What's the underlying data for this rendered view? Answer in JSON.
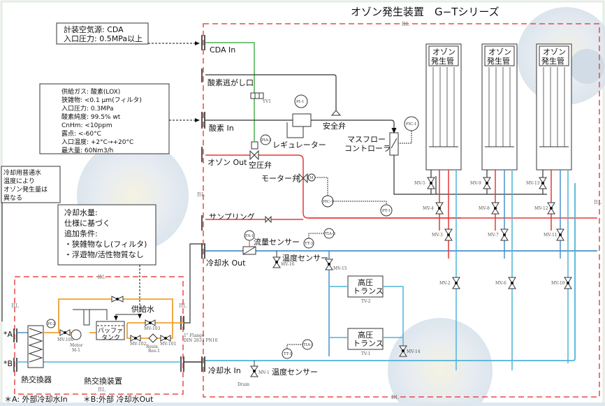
{
  "title": "オゾン発生装置　G−Tシリーズ",
  "boundary_label": "BL",
  "notes": {
    "cda": [
      "計装空気源: CDA",
      "入口圧力: 0.5MPa以上"
    ],
    "oxygen": [
      "供給ガス: 酸素(LOX)",
      "狭雑物: <0.1 μm(フィルタ)",
      "入口圧力: 0.3MPa",
      "酸素純度: 99.5% wt",
      "CnHm: <10ppm",
      "露点: <-60°C",
      "入口温度: +2°C→+20°C",
      "最大量: 60Nm3/h"
    ],
    "cooling_general": [
      "冷却用普通水",
      "温度により",
      "オゾン発生量は",
      "異なる"
    ],
    "cooling_amount": [
      "冷却水量:",
      "仕様に基づく",
      "追加条件:",
      "・狭雑物なし(フィルタ)",
      "・浮遊物/活性物質なし"
    ]
  },
  "ports": {
    "cda_in": "CDA In",
    "o2_vent": "酸素逃がし口",
    "o2_in": "酸素 In",
    "ozone_out": "オゾン Out",
    "sampling": "サンプリング",
    "cw_out": "冷却水 Out",
    "cw_in": "冷却水 In"
  },
  "components": {
    "regulator": "レギュレーター",
    "safety_valve": "安全弁",
    "mfc": [
      "マスフロー",
      "コントローラ"
    ],
    "air_valve": "空圧弁",
    "motor_valve": "モーター弁",
    "flow_sensor": "流量センサー",
    "temp_sensor": "温度センサー",
    "hv_trans": [
      "高圧",
      "トランス"
    ],
    "generator": [
      "オゾン",
      "発生管"
    ],
    "buffer_tank": [
      "バッファ",
      "タンク"
    ],
    "supply_water": "供給水",
    "heat_exchanger": "熱交換器",
    "heat_exchange_unit": "熱交換装置",
    "motor": [
      "Motor",
      "M-1"
    ],
    "resin": [
      "Resin",
      "Res-1"
    ],
    "flange": [
      "1\" Flange",
      "DIN 2633 PN10"
    ],
    "drain": "Drain"
  },
  "tags": {
    "yv1": "YV1",
    "pi1": "PI-1",
    "pia1": "PIA-1",
    "fic1": "FIC-1",
    "pic1": "PIC-1",
    "pt1": "PT-1",
    "fa1": "FA-1",
    "tia3": "TIA-3",
    "tt3": "TT-3",
    "tia1": "TIA-1",
    "tt1": "TT-1",
    "pi2": "PI-2",
    "tv1": "TV-1",
    "tv2": "TV-2",
    "mv": [
      "MV-1",
      "MV-2",
      "MV-3",
      "MV-4",
      "MV-5",
      "MV-6",
      "MV-7",
      "MV-8",
      "MV-9",
      "MV-10",
      "MV-11",
      "MV-12",
      "MV-13",
      "MV-14",
      "MV-15",
      "MV-16"
    ],
    "mv100": "MV-100",
    "mv101": "MV-101",
    "mv102": "MV-102",
    "mv103": "MV-103",
    "m": "M"
  },
  "legend": {
    "a_label": "*A",
    "b_label": "*B",
    "footer": "＊A: 外部冷却水In　　＊B:外部 冷却水Out"
  }
}
